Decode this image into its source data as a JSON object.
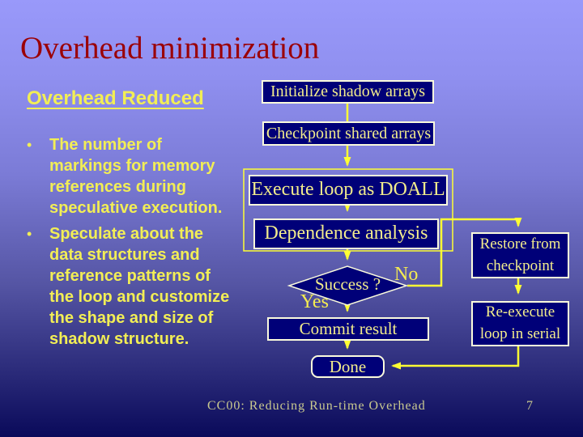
{
  "title": "Overhead minimization",
  "left_panel": {
    "heading": "Overhead Reduced",
    "bullet_glyph": "•",
    "bullets": [
      "The number of\nmarkings for memory\nreferences during\nspeculative execution.",
      "Speculate about the\ndata structures and\nreference patterns of\nthe loop and customize\nthe shape and size of\nshadow structure."
    ]
  },
  "flowchart": {
    "nodes": {
      "init": "Initialize shadow arrays",
      "checkpoint": "Checkpoint shared arrays",
      "execute": "Execute loop as DOALL",
      "dependence": "Dependence analysis",
      "decision": "Success ?",
      "commit": "Commit result",
      "done": "Done",
      "restore": "Restore from\ncheckpoint",
      "reexecute": "Re-execute\nloop in serial"
    },
    "branch_labels": {
      "no": "No",
      "yes": "Yes"
    }
  },
  "footer": {
    "text": "CC00: Reducing Run-time Overhead",
    "page": "7"
  },
  "colors": {
    "background_top": "#9999FA",
    "background_bottom": "#0A0A5A",
    "title_red": "#9B0005",
    "body_yellow": "#F2EE55",
    "node_fill": "#000078",
    "node_border": "#FAFADC",
    "node_text": "#F2EC8C",
    "connector_yellow": "#FFFF33",
    "footer_text": "#C9C98F"
  }
}
